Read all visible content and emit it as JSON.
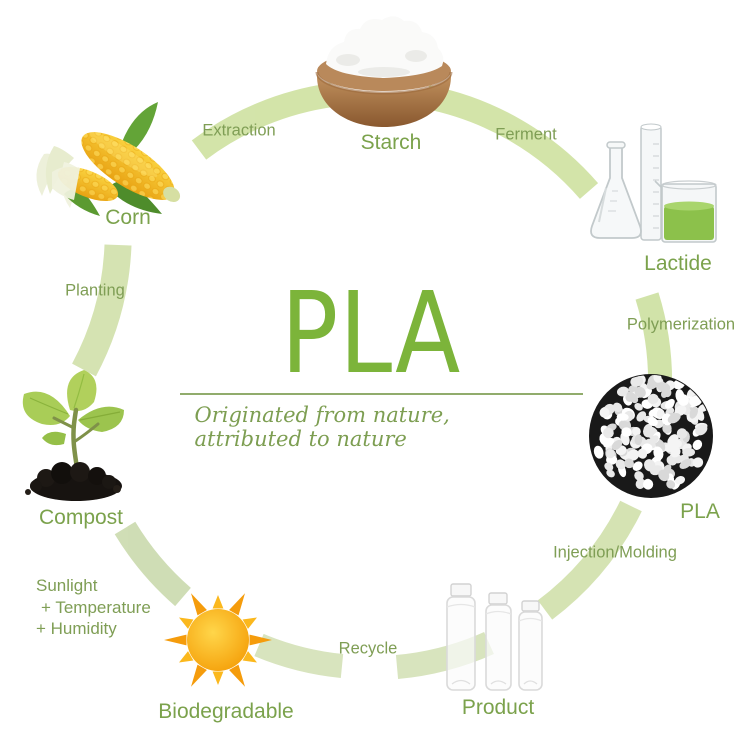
{
  "center": {
    "title": "PLA",
    "tagline": "Originated from nature, attributed to nature"
  },
  "stages": {
    "corn": "Corn",
    "starch": "Starch",
    "lactide": "Lactide",
    "pla": "PLA",
    "product": "Product",
    "biodegradable": "Biodegradable",
    "compost": "Compost"
  },
  "processes": {
    "extraction": "Extraction",
    "ferment": "Ferment",
    "polymerization": "Polymerization",
    "injection_molding": "Injection/Molding",
    "recycle": "Recycle",
    "planting": "Planting"
  },
  "conditions": {
    "line1": "Sunlight",
    "line2": "+ Temperature",
    "line3": "+ Humidity"
  },
  "icons": {
    "corn": "corn-image",
    "starch": "starch-bowl-image",
    "lactide": "lab-glassware-image",
    "pla": "pla-pellets-image",
    "product": "bottles-image",
    "biodegradable": "sun-icon",
    "compost": "seedling-compost-image"
  },
  "colors": {
    "title_green": "#7cb43a",
    "stage_label_green": "#7ba24c",
    "process_label_green": "#7f9e55",
    "ring_band_green": "#d1e2a8",
    "sun_orange": "#f59c0c",
    "liquid_green": "#8cc14b"
  }
}
